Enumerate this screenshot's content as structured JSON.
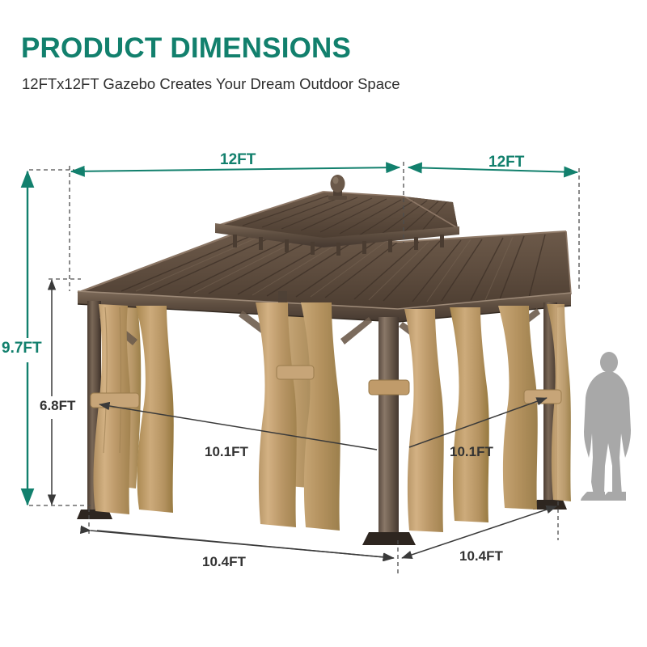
{
  "header": {
    "title": "PRODUCT DIMENSIONS",
    "subtitle": "12FTx12FT Gazebo Creates Your Dream Outdoor Space"
  },
  "colors": {
    "accent_teal": "#12806d",
    "dim_gray": "#333333",
    "roof_brown": "#5b4a3c",
    "curtain_tan": "#c9a473",
    "post_brown": "#6b5a4c",
    "silhouette_gray": "#a8a8a8",
    "background": "#ffffff"
  },
  "dimensions": {
    "top_left": {
      "label": "12FT",
      "color": "teal"
    },
    "top_right": {
      "label": "12FT",
      "color": "teal"
    },
    "height_outer": {
      "label": "9.7FT",
      "color": "teal"
    },
    "height_inner": {
      "label": "6.8FT",
      "color": "gray"
    },
    "mid_left": {
      "label": "10.1FT",
      "color": "gray"
    },
    "mid_right": {
      "label": "10.1FT",
      "color": "gray"
    },
    "bottom_left": {
      "label": "10.4FT",
      "color": "gray"
    },
    "bottom_right": {
      "label": "10.4FT",
      "color": "gray"
    }
  },
  "illustration": {
    "product": "gazebo-hardtop-double-roof",
    "scale_figure": "human-silhouette"
  }
}
